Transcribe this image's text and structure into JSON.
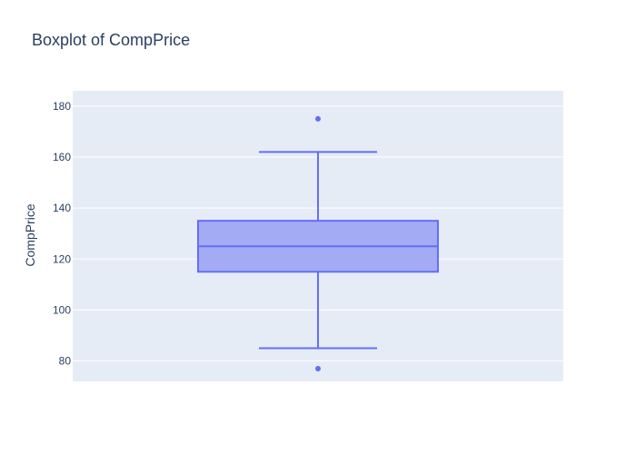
{
  "chart_data": {
    "type": "box",
    "title": "Boxplot of CompPrice",
    "xlabel": "",
    "ylabel": "CompPrice",
    "ylim": [
      72,
      186
    ],
    "yticks": [
      80,
      100,
      120,
      140,
      160,
      180
    ],
    "grid": true,
    "series": [
      {
        "lower_whisker": 85,
        "q1": 115,
        "median": 125,
        "q3": 135,
        "upper_whisker": 162,
        "outliers": [
          77,
          175
        ]
      }
    ],
    "colors": {
      "plot_bg": "#e5ecf6",
      "grid": "#ffffff",
      "box_fill": "#a3abf5",
      "box_line": "#636efa",
      "text": "#2a3f5f"
    }
  }
}
